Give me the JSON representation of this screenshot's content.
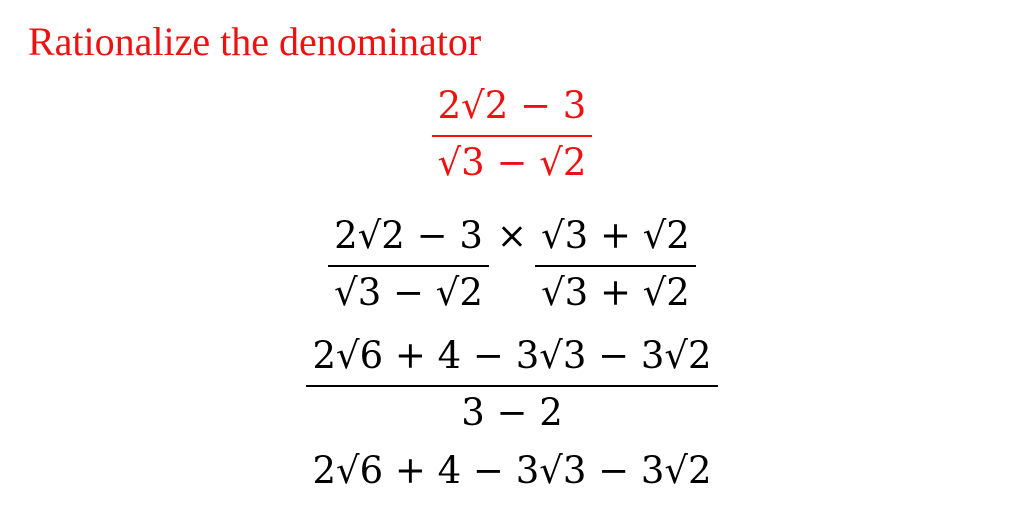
{
  "heading": "Rationalize the denominator",
  "step1": {
    "numerator": "2√2 − 3",
    "denominator": "√3 − √2"
  },
  "step2": {
    "left_numerator": "2√2 − 3",
    "left_denominator": "√3 − √2",
    "operator": "×",
    "right_numerator": "√3 + √2",
    "right_denominator": "√3 + √2"
  },
  "step3": {
    "numerator": "2√6 + 4 − 3√3 − 3√2",
    "denominator": "3 − 2"
  },
  "result": "2√6 + 4 − 3√3 − 3√2"
}
